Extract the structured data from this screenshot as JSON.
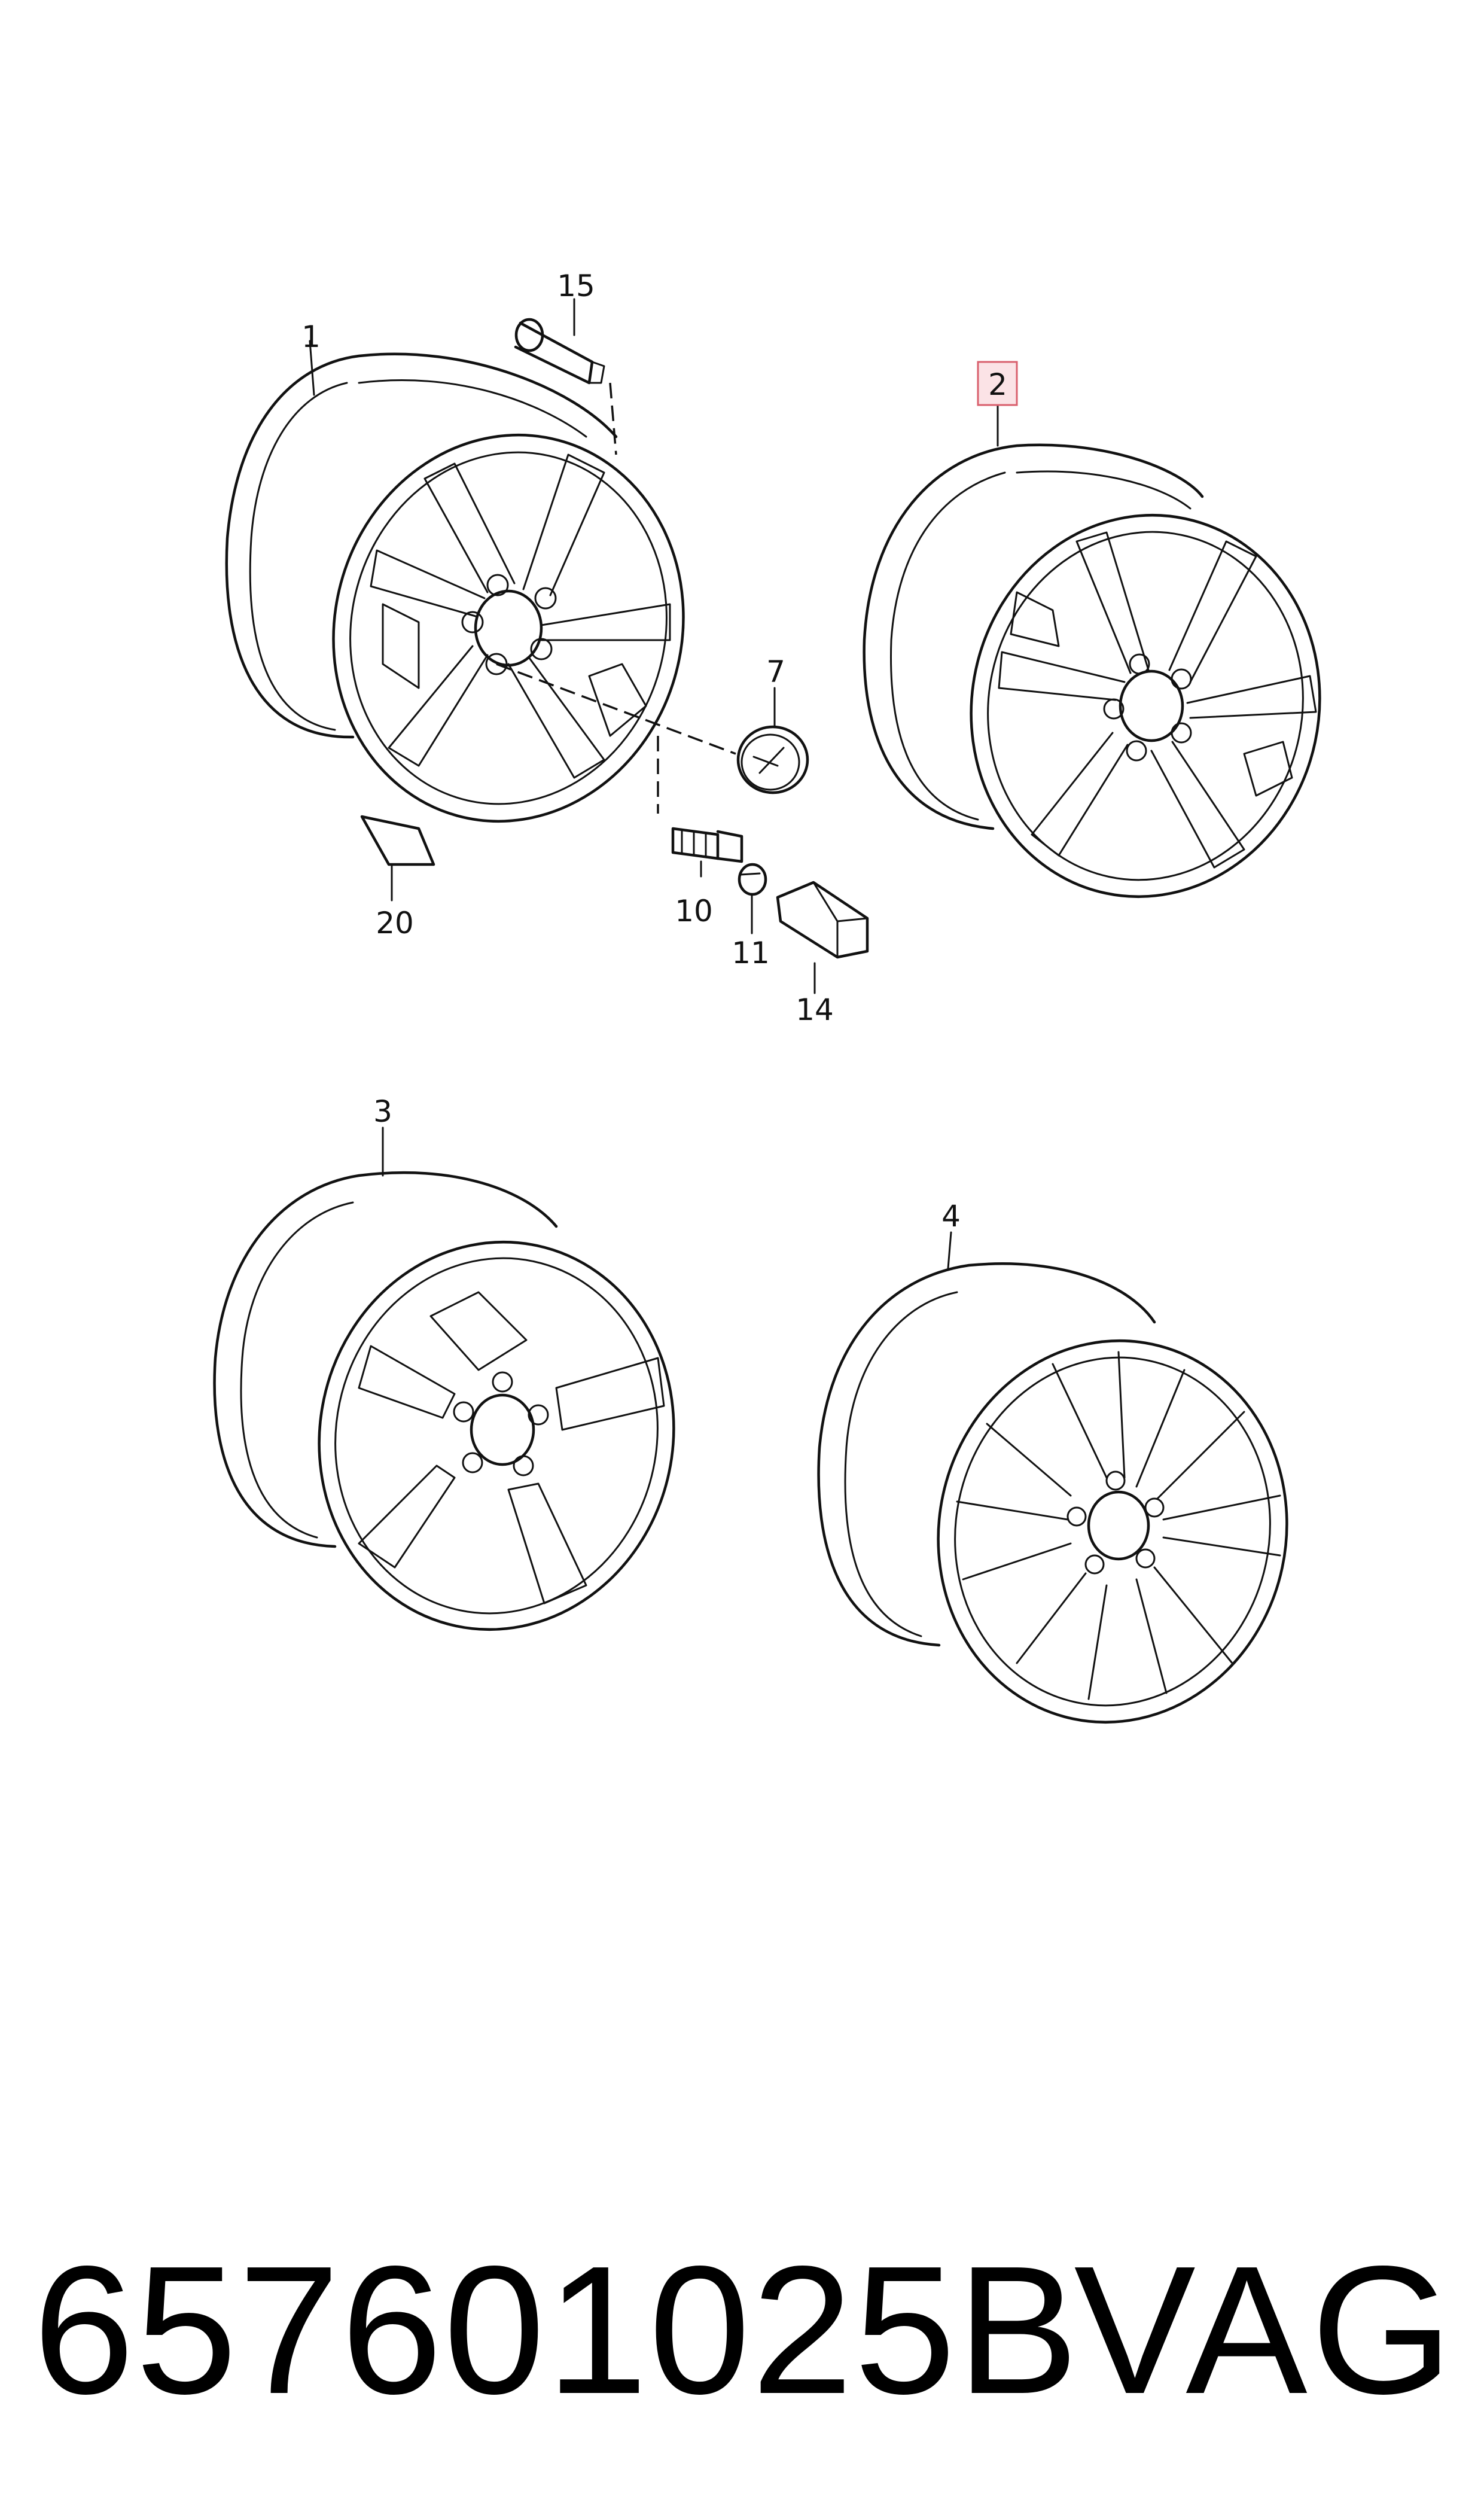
{
  "callouts": {
    "c1": "1",
    "c2": "2",
    "c3": "3",
    "c4": "4",
    "c7": "7",
    "c10": "10",
    "c11": "11",
    "c14": "14",
    "c15": "15",
    "c20": "20"
  },
  "highlighted_callout": "2",
  "highlight_color": "#fbe3e6",
  "footer": {
    "part_number": "657601025B",
    "brand": "VAG"
  }
}
